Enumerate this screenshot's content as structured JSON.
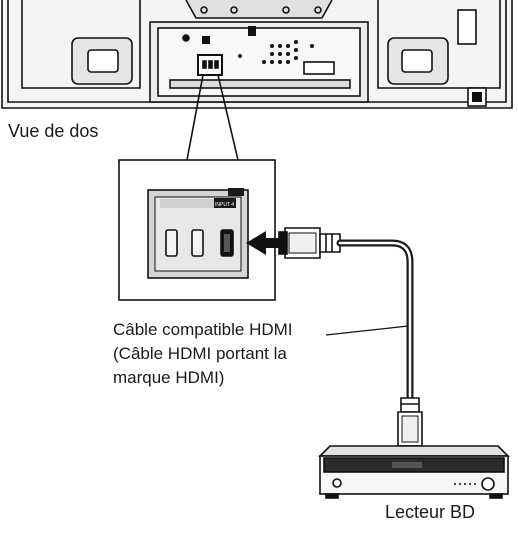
{
  "labels": {
    "back_view": "Vue de dos",
    "cable_line1": "Câble compatible HDMI",
    "cable_line2": "(Câble HDMI portant la",
    "cable_line3": "marque HDMI)",
    "player": "Lecteur BD"
  },
  "closeup": {
    "port_label": "INPUT 4"
  },
  "colors": {
    "line": "#111111",
    "panel_fill": "#e9e9e9",
    "closeup_fill": "#d9d9d9",
    "cable": "#1a1a1a"
  },
  "icons": [
    "arrow-icon",
    "hdmi-plug-icon"
  ]
}
